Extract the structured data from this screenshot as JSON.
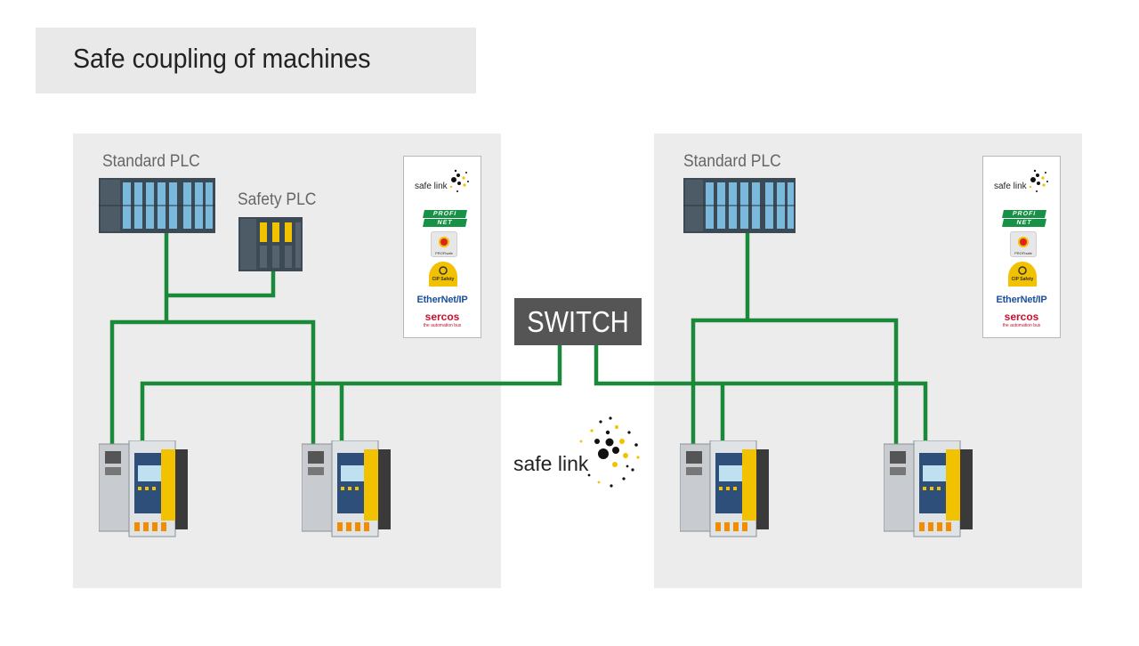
{
  "title": "Safe coupling of machines",
  "left_panel": {
    "standard_plc_label": "Standard PLC",
    "safety_plc_label": "Safety PLC",
    "logos": {
      "safe_link": "safe link",
      "profinet_line1": "PROFI",
      "profinet_line2": "NET",
      "profisafe": "PROFIsafe",
      "cip_safety": "CIP Safety",
      "ethernet_ip": "EtherNet/IP",
      "sercos": "sercos",
      "sercos_sub": "the automation bus"
    }
  },
  "right_panel": {
    "standard_plc_label": "Standard PLC",
    "logos": {
      "safe_link": "safe link",
      "profinet_line1": "PROFI",
      "profinet_line2": "NET",
      "profisafe": "PROFIsafe",
      "cip_safety": "CIP Safety",
      "ethernet_ip": "EtherNet/IP",
      "sercos": "sercos",
      "sercos_sub": "the automation bus"
    }
  },
  "switch_label": "SWITCH",
  "center_logo_text": "safe link",
  "colors": {
    "network_line": "#1a8a3a",
    "panel_bg": "#ececec",
    "title_bg": "#e9e9e9",
    "switch_bg": "#555555",
    "safety_yellow": "#f2c200",
    "plc_body": "#3c4a55",
    "plc_module": "#6fb4d9"
  }
}
